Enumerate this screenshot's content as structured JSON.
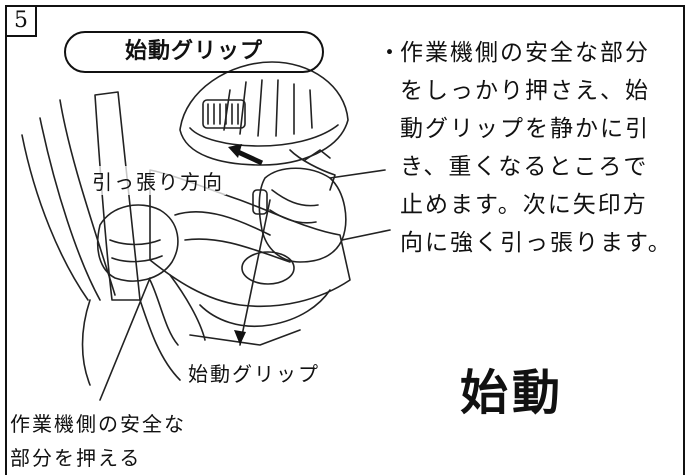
{
  "step_number": "5",
  "section_title": "始動グリップ",
  "instructions": {
    "bullet": "・",
    "text": "作業機側の安全な部分\nをしっかり押さえ、始\n動グリップを静かに引\nき、重くなるところで\n止めます。次に矢印方\n向に強く引っ張ります。"
  },
  "big_label": "始動",
  "callouts": {
    "pull_direction": "引っ張り方向",
    "starter_grip": "始動グリップ",
    "hold_safe_part": "作業機側の安全な\n部分を押える"
  }
}
